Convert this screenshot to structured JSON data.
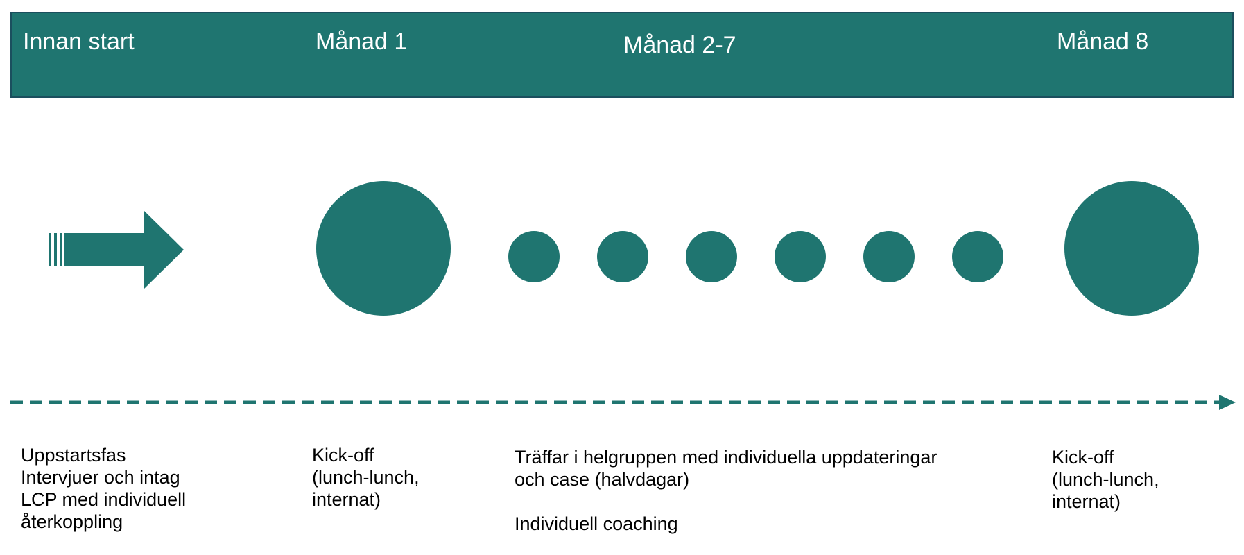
{
  "colors": {
    "accent": "#1f7570",
    "header_border": "#1b4f5e",
    "text": "#000000",
    "header_text": "#ffffff"
  },
  "header": {
    "phases": [
      "Innan start",
      "Månad 1",
      "Månad 2-7",
      "Månad 8"
    ]
  },
  "timeline": {
    "start_marker": "striped-arrow-icon",
    "large_milestones": 2,
    "small_sessions": 6,
    "axis": "dashed-arrow"
  },
  "descriptions": {
    "innan_start": {
      "lines": [
        "Uppstartsfas",
        "Intervjuer och intag",
        "LCP med individuell",
        "återkoppling"
      ]
    },
    "manad_1": {
      "lines": [
        "Kick-off",
        "(lunch-lunch,",
        "internat)"
      ]
    },
    "manad_2_7": {
      "line1": "Träffar i helgruppen med individuella uppdateringar",
      "line2": "och case (halvdagar)",
      "line3": "Individuell coaching"
    },
    "manad_8": {
      "lines": [
        "Kick-off",
        "(lunch-lunch,",
        "internat)"
      ]
    }
  }
}
